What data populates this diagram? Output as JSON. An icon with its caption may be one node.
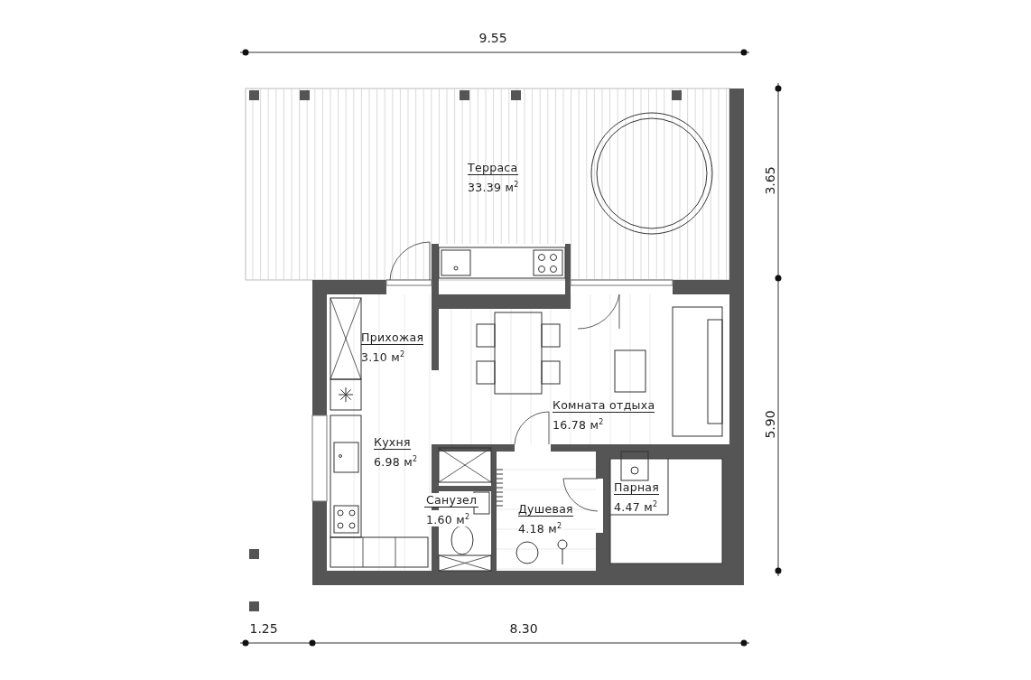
{
  "diagram": {
    "nodes": [
      {
        "text": [
          "Терраса",
          "33.39 м$^{2}$"
        ]
      },
      {
        "text": [
          "Прихожая",
          "3.10 м$^{2}$"
        ]
      },
      {
        "text": [
          "Кухня",
          "6.98 м$^{2}$"
        ]
      },
      {
        "text": [
          "Комната отдыха",
          "16.78 м$^{2}$"
        ]
      },
      {
        "text": [
          "Санузел",
          "1.60 м$^{2}$"
        ]
      },
      {
        "text": [
          "Душевая",
          "4.18 м$^{2}$"
        ]
      },
      {
        "text": [
          "Парная",
          "4.47 м$^{2}$"
        ]
      }
    ],
    "edges": [],
    "labels": [
      "9.55",
      "3.65",
      "5.90",
      "1.25",
      "8.30"
    ]
  }
}
